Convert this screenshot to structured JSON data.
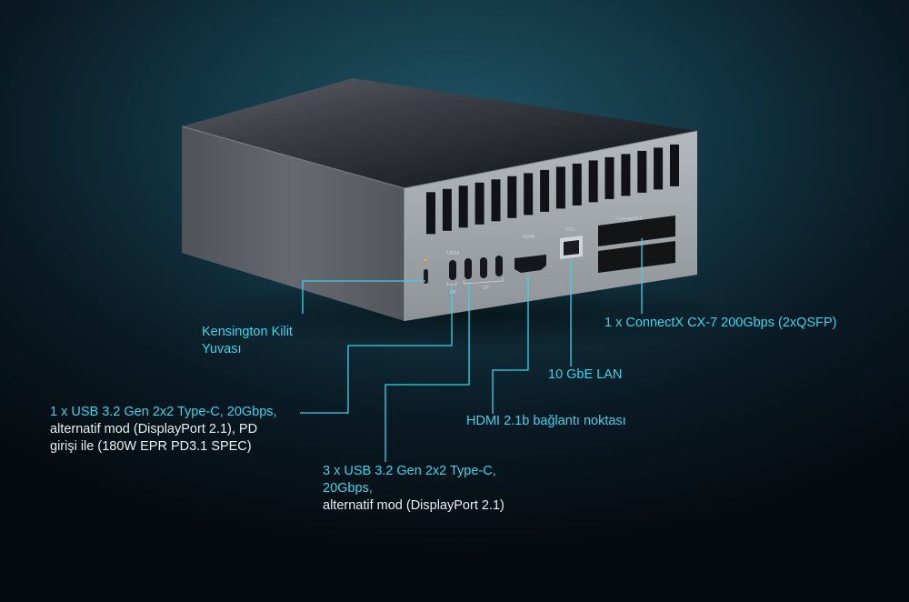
{
  "device": {
    "port_tags": {
      "usb4": "USB4",
      "dp": "DP",
      "hdmi": "HDMI",
      "lan": "10G",
      "connectx": "ConnectX-7"
    }
  },
  "callouts": {
    "kensington": {
      "line1": "Kensington Kilit",
      "line2": "Yuvası"
    },
    "usb_single": {
      "title": "1 x USB 3.2 Gen 2x2 Type-C, 20Gbps,",
      "line2": "alternatif mod (DisplayPort 2.1), PD",
      "line3": "girişi ile (180W EPR PD3.1 SPEC)"
    },
    "usb_triple": {
      "title1": "3 x USB 3.2 Gen 2x2 Type-C,",
      "title2": "20Gbps,",
      "line3": "alternatif mod (DisplayPort 2.1)"
    },
    "hdmi": {
      "title": "HDMI 2.1b bağlantı noktası"
    },
    "lan": {
      "title": "10 GbE LAN"
    },
    "connectx": {
      "title": "1 x ConnectX CX-7 200Gbps (2xQSFP)"
    }
  },
  "colors": {
    "accent": "#3dd3ea",
    "text": "#e9eef2",
    "chassis_side": "#5c6066",
    "back_panel": "#a9aeb3"
  }
}
